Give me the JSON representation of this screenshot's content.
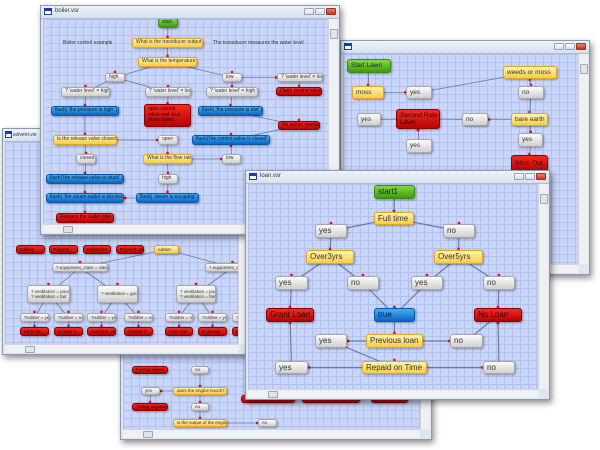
{
  "colors": {
    "edge": "#6a7aa0",
    "arrow": "#e01010",
    "canvas": "#c9d5fb"
  },
  "windows": {
    "solvent": {
      "title": "solvent.vsr",
      "nodes": [
        {
          "label": "Galvay",
          "kind": "red"
        },
        {
          "label": "Polyurol",
          "kind": "red"
        },
        {
          "label": "Pulverizer",
          "kind": "red"
        },
        {
          "label": "Polyurol_plus",
          "kind": "red"
        },
        {
          "label": "rubber",
          "kind": "yellow"
        },
        {
          "label": "? equipment_class = class_II",
          "kind": "gray"
        },
        {
          "label": "? equipment_class = c",
          "kind": "gray"
        },
        {
          "label": "? ventilation = poor or\n? ventilation = fair",
          "kind": "gray"
        },
        {
          "label": "? ventilation = good",
          "kind": "gray"
        },
        {
          "label": "? ventilation = poor or\n? ventilation = fair",
          "kind": "gray"
        },
        {
          "label": "?rubber = yes",
          "kind": "gray"
        },
        {
          "label": "?rubber = no",
          "kind": "gray"
        },
        {
          "label": "?rubber = yes",
          "kind": "gray"
        },
        {
          "label": "?rubber = no",
          "kind": "gray"
        },
        {
          "label": "?rubber = no",
          "kind": "gray"
        },
        {
          "label": "?rubber = yes",
          "kind": "gray"
        },
        {
          "label": "?rubber",
          "kind": "gray"
        },
        {
          "label": "MCD 99",
          "kind": "red"
        },
        {
          "label": "Cooper 1",
          "kind": "red"
        },
        {
          "label": "machine_wash",
          "kind": "red"
        },
        {
          "label": "Cooper 2",
          "kind": "red"
        },
        {
          "label": "ACD 106",
          "kind": "red"
        },
        {
          "label": "D grease",
          "kind": "red"
        },
        {
          "label": "benzol",
          "kind": "red"
        }
      ]
    },
    "lawn": {
      "title": "",
      "nodes": [
        {
          "label": "Start Lawn",
          "kind": "green"
        },
        {
          "label": "moss",
          "kind": "yellow"
        },
        {
          "label": "yes",
          "kind": "gray"
        },
        {
          "label": "weeds or moss",
          "kind": "yellow"
        },
        {
          "label": "no",
          "kind": "gray"
        },
        {
          "label": "yes",
          "kind": "gray"
        },
        {
          "label": "Second Rate\nLawn",
          "kind": "red"
        },
        {
          "label": "no",
          "kind": "gray"
        },
        {
          "label": "bare earth",
          "kind": "yellow"
        },
        {
          "label": "yes",
          "kind": "gray"
        },
        {
          "label": "yes",
          "kind": "gray"
        },
        {
          "label": "Worn Out",
          "kind": "red"
        }
      ]
    },
    "engine": {
      "title": "",
      "nodes": [
        {
          "label": "Fuel air wheel",
          "kind": "red"
        },
        {
          "label": "no",
          "kind": "gray"
        },
        {
          "label": "yes",
          "kind": "gray"
        },
        {
          "label": "does the engine knock?",
          "kind": "yellow"
        },
        {
          "label": "Timing adjustment",
          "kind": "red"
        },
        {
          "label": "no",
          "kind": "gray"
        },
        {
          "label": "is the output of the engine",
          "kind": "yellow"
        },
        {
          "label": "no",
          "kind": "gray"
        }
      ]
    },
    "boiler": {
      "title": "boiler.vsr",
      "notes": [
        "Boiler control example",
        "The transducer measures the water level"
      ],
      "nodes": [
        {
          "label": "start",
          "kind": "green"
        },
        {
          "label": "What is the transducer output ?",
          "kind": "yellow"
        },
        {
          "label": "What is the temperature?",
          "kind": "yellow"
        },
        {
          "label": "high",
          "kind": "gray"
        },
        {
          "label": "low",
          "kind": "gray"
        },
        {
          "label": "? 'water level' = low",
          "kind": "gray"
        },
        {
          "label": "? 'water level' = high",
          "kind": "gray"
        },
        {
          "label": "? 'water level' = low",
          "kind": "gray"
        },
        {
          "label": "? 'water level' = high",
          "kind": "gray"
        },
        {
          "label": "Open control valve",
          "kind": "red"
        },
        {
          "label": "flash( 'the pressure is high' )",
          "kind": "blue"
        },
        {
          "label": "open control\nvalve and shut\ndown tubes",
          "kind": "red"
        },
        {
          "label": "flash( 'the pressure is low' )",
          "kind": "blue"
        },
        {
          "label": "No action needed",
          "kind": "red"
        },
        {
          "label": "Is the release valve closed?",
          "kind": "yellow"
        },
        {
          "label": "open",
          "kind": "gray"
        },
        {
          "label": "flash('the control valve is closed' )",
          "kind": "blue"
        },
        {
          "label": "closed",
          "kind": "gray"
        },
        {
          "label": "What is the flow rate?",
          "kind": "yellow"
        },
        {
          "label": "low",
          "kind": "gray"
        },
        {
          "label": "flash('the release valve is stuck' )",
          "kind": "blue"
        },
        {
          "label": "high",
          "kind": "gray"
        },
        {
          "label": "flash( 'the steam outlet is blocked' )",
          "kind": "blue"
        },
        {
          "label": "flash( 'steam is escaping' )",
          "kind": "blue"
        },
        {
          "label": "Replace the outlet pipe",
          "kind": "red"
        }
      ]
    },
    "loan": {
      "title": "loan.vsr",
      "nodes": [
        {
          "label": "start1",
          "kind": "green"
        },
        {
          "label": "Full time",
          "kind": "yellow"
        },
        {
          "label": "yes",
          "kind": "gray"
        },
        {
          "label": "no",
          "kind": "gray"
        },
        {
          "label": "Over3yrs",
          "kind": "yellow"
        },
        {
          "label": "Over5yrs",
          "kind": "yellow"
        },
        {
          "label": "yes",
          "kind": "gray"
        },
        {
          "label": "no",
          "kind": "gray"
        },
        {
          "label": "yes",
          "kind": "gray"
        },
        {
          "label": "no",
          "kind": "gray"
        },
        {
          "label": "Grant Loan",
          "kind": "red"
        },
        {
          "label": "true",
          "kind": "blue"
        },
        {
          "label": "No Loan",
          "kind": "red"
        },
        {
          "label": "yes",
          "kind": "gray"
        },
        {
          "label": "Previous loan",
          "kind": "yellow"
        },
        {
          "label": "no",
          "kind": "gray"
        },
        {
          "label": "yes",
          "kind": "gray"
        },
        {
          "label": "Repaid on Time",
          "kind": "yellow"
        },
        {
          "label": "no",
          "kind": "gray"
        }
      ]
    }
  }
}
